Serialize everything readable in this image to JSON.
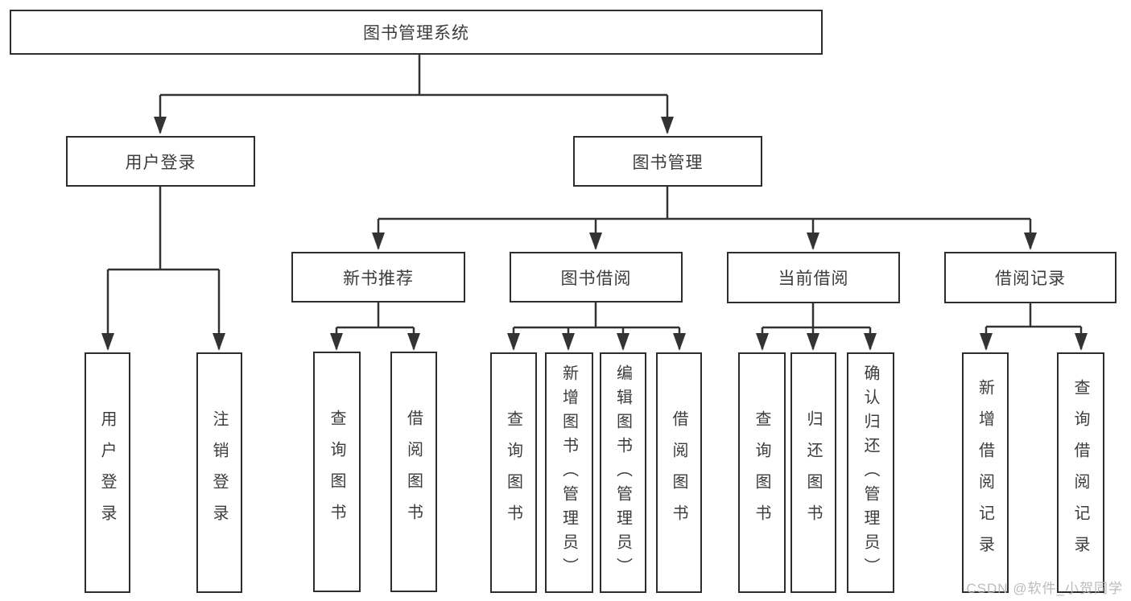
{
  "title": "图书管理系统",
  "colors": {
    "line": "#333333",
    "box_border": "#2d2d2d",
    "text": "#3c3c3c",
    "watermark": "#b4b4b4",
    "background": "#ffffff"
  },
  "watermark": {
    "text": "CSDN @软件_小贺同学"
  },
  "nodes": [
    {
      "id": "root",
      "parent": null,
      "label": "图书管理系统"
    },
    {
      "id": "user-login",
      "parent": "root",
      "label": "用户登录"
    },
    {
      "id": "book-management",
      "parent": "root",
      "label": "图书管理"
    },
    {
      "id": "new-book-recommend",
      "parent": "book-management",
      "label": "新书推荐"
    },
    {
      "id": "book-borrow",
      "parent": "book-management",
      "label": "图书借阅"
    },
    {
      "id": "current-borrow",
      "parent": "book-management",
      "label": "当前借阅"
    },
    {
      "id": "borrow-records",
      "parent": "book-management",
      "label": "借阅记录"
    },
    {
      "id": "leaf-user-login",
      "parent": "user-login",
      "label": "用户登录"
    },
    {
      "id": "leaf-logout",
      "parent": "user-login",
      "label": "注销登录"
    },
    {
      "id": "leaf-query-books-1",
      "parent": "new-book-recommend",
      "label": "查询图书"
    },
    {
      "id": "leaf-borrow-books-1",
      "parent": "new-book-recommend",
      "label": "借阅图书"
    },
    {
      "id": "leaf-query-books-2",
      "parent": "book-borrow",
      "label": "查询图书"
    },
    {
      "id": "leaf-add-books-admin",
      "parent": "book-borrow",
      "label": "新增图书（管理员）"
    },
    {
      "id": "leaf-edit-books-admin",
      "parent": "book-borrow",
      "label": "编辑图书（管理员）"
    },
    {
      "id": "leaf-borrow-books-2",
      "parent": "book-borrow",
      "label": "借阅图书"
    },
    {
      "id": "leaf-query-books-3",
      "parent": "current-borrow",
      "label": "查询图书"
    },
    {
      "id": "leaf-return-books",
      "parent": "current-borrow",
      "label": "归还图书"
    },
    {
      "id": "leaf-confirm-return",
      "parent": "current-borrow",
      "label": "确认归还（管理员）"
    },
    {
      "id": "leaf-add-borrow-record",
      "parent": "borrow-records",
      "label": "新增借阅记录"
    },
    {
      "id": "leaf-query-borrow-record",
      "parent": "borrow-records",
      "label": "查询借阅记录"
    }
  ]
}
